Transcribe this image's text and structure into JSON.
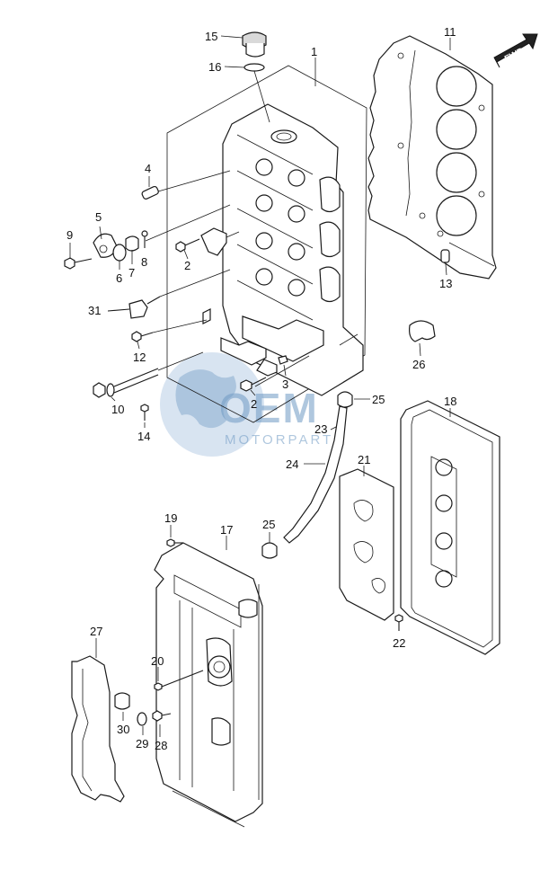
{
  "direction_label": "FWD",
  "watermark": {
    "brand": "OEM",
    "sub": "MOTORPARTS"
  },
  "callouts": [
    "1",
    "2",
    "2",
    "3",
    "4",
    "5",
    "6",
    "7",
    "8",
    "9",
    "10",
    "11",
    "12",
    "13",
    "14",
    "15",
    "16",
    "17",
    "18",
    "19",
    "20",
    "21",
    "22",
    "23",
    "24",
    "25",
    "25",
    "26",
    "27",
    "28",
    "29",
    "30",
    "31"
  ]
}
